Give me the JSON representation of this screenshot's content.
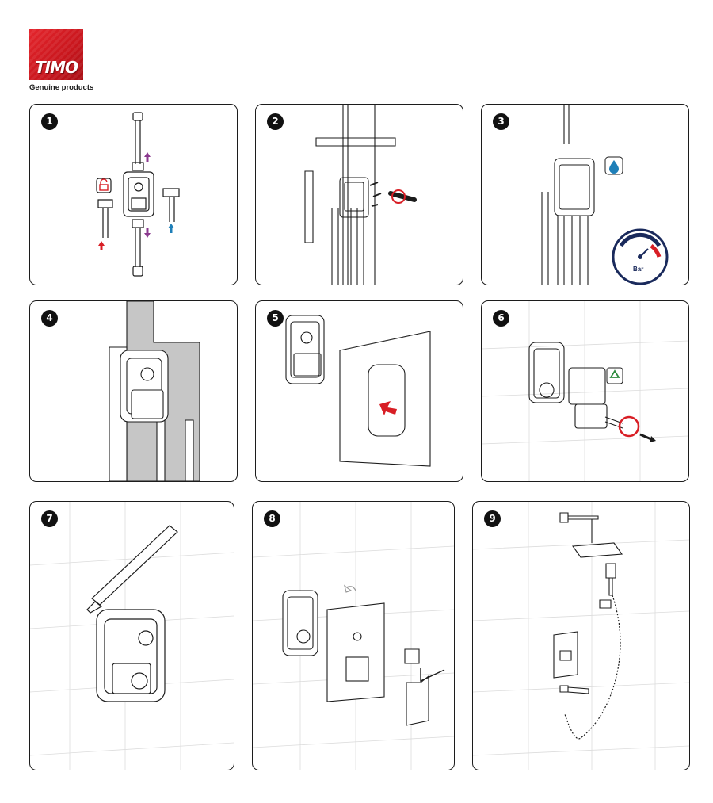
{
  "logo": {
    "brand": "TIMO",
    "tagline": "Genuine products",
    "colors": {
      "red": "#d81e25",
      "dark_red": "#a80f15"
    }
  },
  "steps": [
    {
      "number": "1",
      "icons": [
        "mixer-body-icon",
        "pipe-icon",
        "up-arrow-icon",
        "down-arrow-icon",
        "padlock-icon"
      ]
    },
    {
      "number": "2",
      "icons": [
        "mounting-bracket-icon",
        "screw-icon",
        "wall-plug-icon"
      ]
    },
    {
      "number": "3",
      "icons": [
        "water-drop-icon",
        "pressure-gauge-icon"
      ]
    },
    {
      "number": "4",
      "icons": [
        "wall-cavity-icon"
      ]
    },
    {
      "number": "5",
      "icons": [
        "template-plate-icon",
        "red-arrow-icon"
      ]
    },
    {
      "number": "6",
      "icons": [
        "recycle-icon",
        "unscrew-arrow-icon"
      ]
    },
    {
      "number": "7",
      "icons": [
        "cutter-knife-icon"
      ]
    },
    {
      "number": "8",
      "icons": [
        "cover-plate-icon",
        "handle-icon",
        "hex-key-icon"
      ]
    },
    {
      "number": "9",
      "icons": [
        "shower-head-icon",
        "hand-shower-icon",
        "spout-icon"
      ]
    }
  ],
  "gauge": {
    "unit": "Bar"
  },
  "colors": {
    "line": "#1c1c1c",
    "wall_gray": "#c6c6c6",
    "arrow_red": "#d81e25",
    "arrow_purple": "#8b3a8f",
    "arrow_blue": "#1e7fb8",
    "gauge_navy": "#1a2a5c",
    "recycle_green": "#2e8b3e"
  }
}
